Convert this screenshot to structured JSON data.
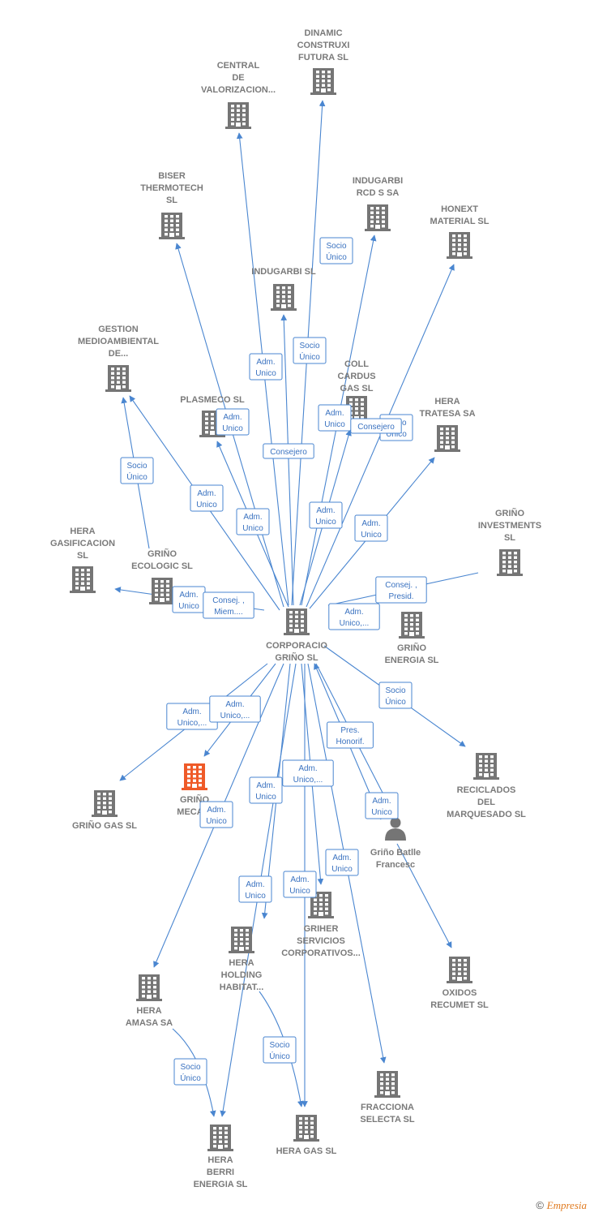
{
  "colors": {
    "company": "#757575",
    "focus": "#ef5a28",
    "person": "#757575",
    "edge": "#4a86d0"
  },
  "footer": {
    "copyright": "©",
    "brand": "Empresia"
  },
  "nodes": [
    {
      "id": "dinamic",
      "type": "company",
      "label": [
        "DINAMIC",
        "CONSTRUXI",
        "FUTURA SL"
      ]
    },
    {
      "id": "central",
      "type": "company",
      "label": [
        "CENTRAL",
        "DE",
        "VALORIZACION..."
      ]
    },
    {
      "id": "biser",
      "type": "company",
      "label": [
        "BISER",
        "THERMOTECH",
        "SL"
      ]
    },
    {
      "id": "indugarbircd",
      "type": "company",
      "label": [
        "INDUGARBI",
        "RCD S SA"
      ]
    },
    {
      "id": "honext",
      "type": "company",
      "label": [
        "HONEXT",
        "MATERIAL  SL"
      ]
    },
    {
      "id": "indugarbi",
      "type": "company",
      "label": [
        "INDUGARBI SL"
      ]
    },
    {
      "id": "gestion",
      "type": "company",
      "label": [
        "GESTION",
        "MEDIOAMBIENTAL",
        "DE..."
      ]
    },
    {
      "id": "coll",
      "type": "company",
      "label": [
        "COLL",
        "CARDUS",
        "GAS SL"
      ]
    },
    {
      "id": "plasmeco",
      "type": "company",
      "label": [
        "PLASMECO SL"
      ]
    },
    {
      "id": "heratratesa",
      "type": "company",
      "label": [
        "HERA",
        "TRATESA SA"
      ]
    },
    {
      "id": "grinoinv",
      "type": "company",
      "label": [
        "GRIÑO",
        "INVESTMENTS",
        "SL"
      ]
    },
    {
      "id": "heragasif",
      "type": "company",
      "label": [
        "HERA",
        "GASIFICACION",
        "SL"
      ]
    },
    {
      "id": "grinoecologic",
      "type": "company",
      "label": [
        "GRIÑO",
        "ECOLOGIC SL"
      ]
    },
    {
      "id": "corporacion",
      "type": "company",
      "label": [
        "CORPORACIO",
        "GRIÑO SL"
      ]
    },
    {
      "id": "grinoenergia",
      "type": "company",
      "label": [
        "GRIÑO",
        "ENERGIA  SL"
      ]
    },
    {
      "id": "reciclados",
      "type": "company",
      "label": [
        "RECICLADOS",
        "DEL",
        "MARQUESADO SL"
      ]
    },
    {
      "id": "grinogas",
      "type": "company",
      "label": [
        "GRIÑO GAS  SL"
      ]
    },
    {
      "id": "grinomecanica",
      "type": "focus",
      "label": [
        "GRIÑO",
        "MECANI"
      ]
    },
    {
      "id": "grinobatlle",
      "type": "person",
      "label": [
        "Griño Batlle",
        "Francesc"
      ]
    },
    {
      "id": "griher",
      "type": "company",
      "label": [
        "GRIHER",
        "SERVICIOS",
        "CORPORATIVOS..."
      ]
    },
    {
      "id": "heraholding",
      "type": "company",
      "label": [
        "HERA",
        "HOLDING",
        "HABITAT..."
      ]
    },
    {
      "id": "heraamasa",
      "type": "company",
      "label": [
        "HERA",
        "AMASA SA"
      ]
    },
    {
      "id": "oxidos",
      "type": "company",
      "label": [
        "OXIDOS",
        "RECUMET  SL"
      ]
    },
    {
      "id": "fracciona",
      "type": "company",
      "label": [
        "FRACCIONA",
        "SELECTA  SL"
      ]
    },
    {
      "id": "heragas",
      "type": "company",
      "label": [
        "HERA GAS  SL"
      ]
    },
    {
      "id": "heraberri",
      "type": "company",
      "label": [
        "HERA",
        "BERRI",
        "ENERGIA  SL"
      ]
    }
  ],
  "edge_labels": [
    [
      "Socio",
      "Único"
    ],
    [
      "Socio",
      "Único"
    ],
    [
      "Adm.",
      "Unico"
    ],
    [
      "Socio",
      "Único"
    ],
    [
      "Adm.",
      "Unico"
    ],
    [
      "Adm.",
      "Unico"
    ],
    [
      "Socio",
      "Único"
    ],
    [
      "Consejero"
    ],
    [
      "Consejero"
    ],
    [
      "Adm.",
      "Unico"
    ],
    [
      "Adm.",
      "Unico"
    ],
    [
      "Adm.",
      "Unico"
    ],
    [
      "Adm.",
      "Unico"
    ],
    [
      "Consej. ,",
      "Presid."
    ],
    [
      "Adm.",
      "Unico"
    ],
    [
      "Consej. ,",
      "Miem...."
    ],
    [
      "Adm.",
      "Unico,..."
    ],
    [
      "Socio",
      "Único"
    ],
    [
      "Adm.",
      "Unico,..."
    ],
    [
      "Adm.",
      "Unico,..."
    ],
    [
      "Pres.",
      "Honorif."
    ],
    [
      "Adm.",
      "Unico,..."
    ],
    [
      "Adm.",
      "Unico"
    ],
    [
      "Adm.",
      "Unico"
    ],
    [
      "Adm.",
      "Unico"
    ],
    [
      "Adm.",
      "Unico"
    ],
    [
      "Adm.",
      "Unico"
    ],
    [
      "Adm.",
      "Unico"
    ],
    [
      "Socio",
      "Único"
    ],
    [
      "Socio",
      "Único"
    ]
  ]
}
